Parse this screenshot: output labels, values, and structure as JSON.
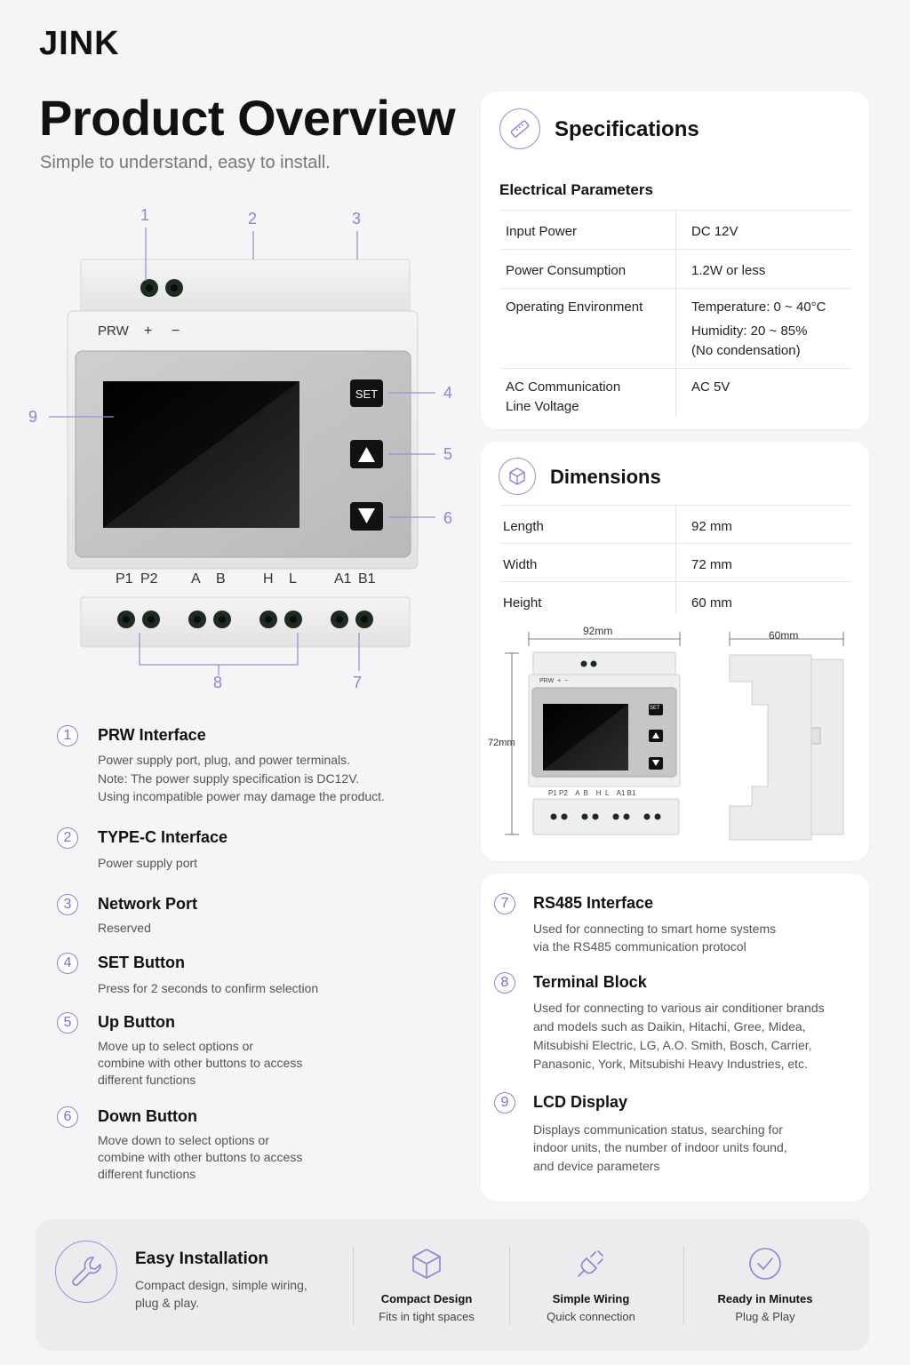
{
  "brand": "JINK",
  "header": {
    "title": "Product Overview",
    "subtitle": "Simple to understand, easy to install."
  },
  "device": {
    "top_label": "PRW",
    "plus": "+",
    "minus": "−",
    "set_label": "SET",
    "bottom_labels": [
      "P1",
      "P2",
      "A",
      "B",
      "H",
      "L",
      "A1",
      "B1"
    ],
    "callouts": [
      "1",
      "2",
      "3",
      "4",
      "5",
      "6",
      "7",
      "8",
      "9"
    ]
  },
  "features_left": [
    {
      "num": "1",
      "title": "PRW Interface",
      "lines": [
        "Power supply port, plug, and power terminals.",
        "Note: The power supply specification is DC12V.",
        "Using incompatible power may damage the product."
      ]
    },
    {
      "num": "2",
      "title": "TYPE-C Interface",
      "lines": [
        "Power supply port"
      ]
    },
    {
      "num": "3",
      "title": "Network Port",
      "lines": [
        "Reserved"
      ]
    },
    {
      "num": "4",
      "title": "SET Button",
      "lines": [
        "Press for 2 seconds to confirm selection"
      ]
    },
    {
      "num": "5",
      "title": "Up Button",
      "lines": [
        "Move up to select options or",
        "combine with other buttons to access",
        "different functions"
      ]
    },
    {
      "num": "6",
      "title": "Down Button",
      "lines": [
        "Move down to select options or",
        "combine with other buttons to access",
        "different functions"
      ]
    }
  ],
  "specifications": {
    "title": "Specifications",
    "section": "Electrical Parameters",
    "rows": [
      {
        "key": "Input Power",
        "value": "DC 12V"
      },
      {
        "key": "Power Consumption",
        "value": "1.2W or less"
      },
      {
        "key": "Operating Environment",
        "value": "Temperature: 0 ~ 40°C",
        "value2": "Humidity: 20 ~ 85%",
        "value3": "(No condensation)"
      },
      {
        "key": "AC Communication",
        "key2": "Line Voltage",
        "value": "AC 5V"
      }
    ]
  },
  "dimensions": {
    "title": "Dimensions",
    "rows": [
      {
        "key": "Length",
        "value": "92 mm"
      },
      {
        "key": "Width",
        "value": "72 mm"
      },
      {
        "key": "Height",
        "value": "60 mm"
      }
    ],
    "label_width": "92mm",
    "label_height": "72mm",
    "label_depth": "60mm",
    "mini_top": "PRW  +  −",
    "mini_set": "SET",
    "mini_bottom": "P1 P2    A  B    H  L    A1 B1"
  },
  "features_right": [
    {
      "num": "7",
      "title": "RS485 Interface",
      "lines": [
        "Used for connecting to smart home systems",
        "via the RS485 communication protocol"
      ]
    },
    {
      "num": "8",
      "title": "Terminal Block",
      "lines": [
        "Used for connecting to various air conditioner brands",
        "and models such as Daikin, Hitachi, Gree, Midea,",
        "Mitsubishi Electric, LG, A.O. Smith, Bosch, Carrier,",
        "Panasonic, York, Mitsubishi Heavy Industries, etc."
      ]
    },
    {
      "num": "9",
      "title": "LCD Display",
      "lines": [
        "Displays communication status, searching for",
        "indoor units, the number of indoor units found,",
        "and device parameters"
      ]
    }
  ],
  "install": {
    "title": "Easy Installation",
    "lines": [
      "Compact design, simple wiring,",
      "plug & play."
    ],
    "items": [
      {
        "icon": "cube-icon",
        "title": "Compact Design",
        "sub": "Fits in tight spaces"
      },
      {
        "icon": "plug-icon",
        "title": "Simple Wiring",
        "sub": "Quick connection"
      },
      {
        "icon": "check-icon",
        "title": "Ready in Minutes",
        "sub": "Plug & Play"
      }
    ]
  },
  "colors": {
    "accent": "#8f82d8",
    "background": "#f5f5f7",
    "card": "#ffffff"
  }
}
